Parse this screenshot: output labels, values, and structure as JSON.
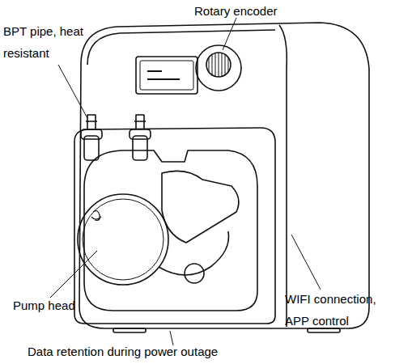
{
  "diagram": {
    "labels": [
      "Rotary encoder",
      "BPT pipe, heat resistant",
      "Pump head",
      "WIFI connection, APP control",
      "Data retention during power outage"
    ]
  }
}
